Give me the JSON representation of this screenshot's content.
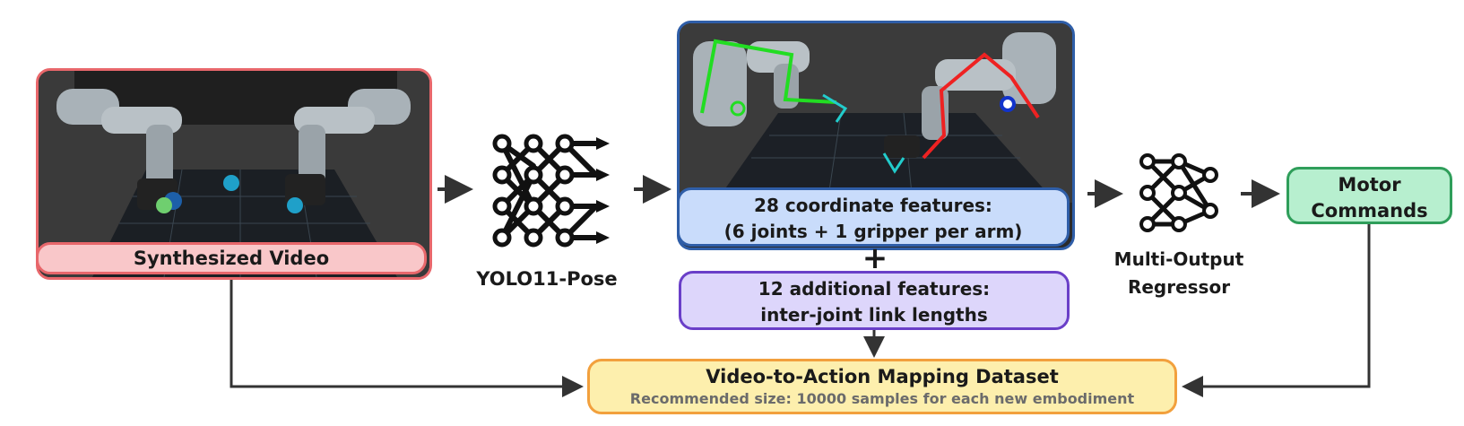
{
  "video_caption": "Synthesized Video",
  "yolo_label": "YOLO11-Pose",
  "coord_features": {
    "line1": "28 coordinate features:",
    "line2": "(6 joints + 1 gripper per arm)"
  },
  "plus_symbol": "+",
  "extra_features": {
    "line1": "12 additional features:",
    "line2": "inter-joint link lengths"
  },
  "regressor_label": {
    "line1": "Multi-Output",
    "line2": "Regressor"
  },
  "motor_commands": {
    "line1": "Motor",
    "line2": "Commands"
  },
  "dataset": {
    "title": "Video-to-Action Mapping Dataset",
    "subtitle": "Recommended size: 10000 samples for each new embodiment"
  },
  "colors": {
    "video_border": "#e8676b",
    "video_fill": "#f9c7c9",
    "pose_border": "#2f5ea8",
    "coord_fill": "#c9dcfb",
    "extra_border": "#6a3fc8",
    "extra_fill": "#ddd6fb",
    "motor_border": "#2f9e5a",
    "motor_fill": "#b7efcf",
    "dataset_border": "#f2a03d",
    "dataset_fill": "#fdefad",
    "arrow": "#333333"
  },
  "icons": {
    "yolo": "neural-network-icon",
    "regressor": "neural-network-icon"
  }
}
